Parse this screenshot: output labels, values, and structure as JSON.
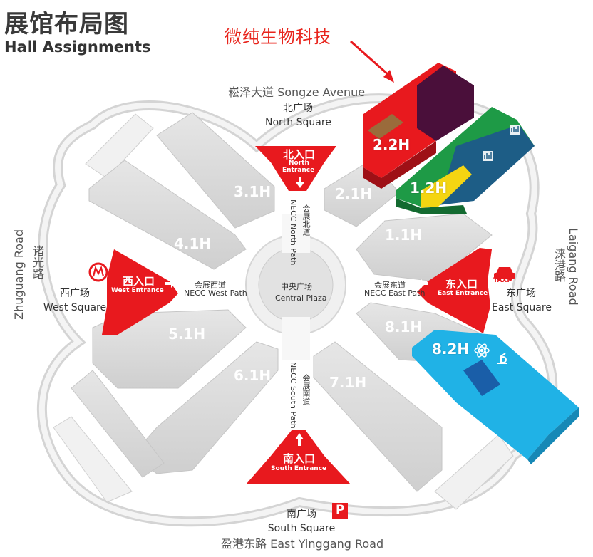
{
  "header": {
    "title_cn": "展馆布局图",
    "title_en": "Hall Assignments"
  },
  "highlight_company": "微纯生物科技",
  "roads": {
    "north": "崧泽大道 Songze Avenue",
    "south": "盈港东路 East Yinggang Road",
    "west_cn": "诸光路",
    "west_en": "Zhuguang Road",
    "east_cn": "涞港路",
    "east_en": "Laigang Road"
  },
  "squares": {
    "north_cn": "北广场",
    "north_en": "North Square",
    "south_cn": "南广场",
    "south_en": "South Square",
    "west_cn": "西广场",
    "west_en": "West Square",
    "east_cn": "东广场",
    "east_en": "East Square"
  },
  "entrances": {
    "north_cn": "北入口",
    "north_en_1": "North",
    "north_en_2": "Entrance",
    "south_cn": "南入口",
    "south_en": "South Entrance",
    "west_cn": "西入口",
    "west_en": "West Entrance",
    "east_cn": "东入口",
    "east_en": "East Entrance"
  },
  "paths": {
    "north": "NECC North Path",
    "north_cn": "会展北道",
    "south": "NECC South Path",
    "south_cn": "会展南道",
    "west_cn": "会展西道",
    "west_en": "NECC West Path",
    "east_cn": "会展东道",
    "east_en": "NECC East Path"
  },
  "plaza": {
    "cn": "中央广场",
    "en": "Central Plaza"
  },
  "halls": [
    "1.1H",
    "1.2H",
    "2.1H",
    "2.2H",
    "3.1H",
    "4.1H",
    "5.1H",
    "6.1H",
    "7.1H",
    "8.1H",
    "8.2H"
  ],
  "hall_colors": {
    "hall_2_2": "#e8191e",
    "hall_2_2_accent": "#4a0f3a",
    "hall_1_2_green": "#1e9a46",
    "hall_1_2_blue": "#1d5d86",
    "hall_1_2_yellow": "#f4d512",
    "hall_8_2": "#20b2e6",
    "entrance_red": "#e8191e",
    "gray_hall": "#d9d9d9"
  },
  "icons": {
    "metro": "metro-icon",
    "taxi": "taxi-icon",
    "parking": "parking-icon",
    "atom": "atom-icon",
    "microscope": "microscope-icon",
    "building": "building-icon"
  },
  "taxi_label": "TAXI",
  "parking_label": "P"
}
